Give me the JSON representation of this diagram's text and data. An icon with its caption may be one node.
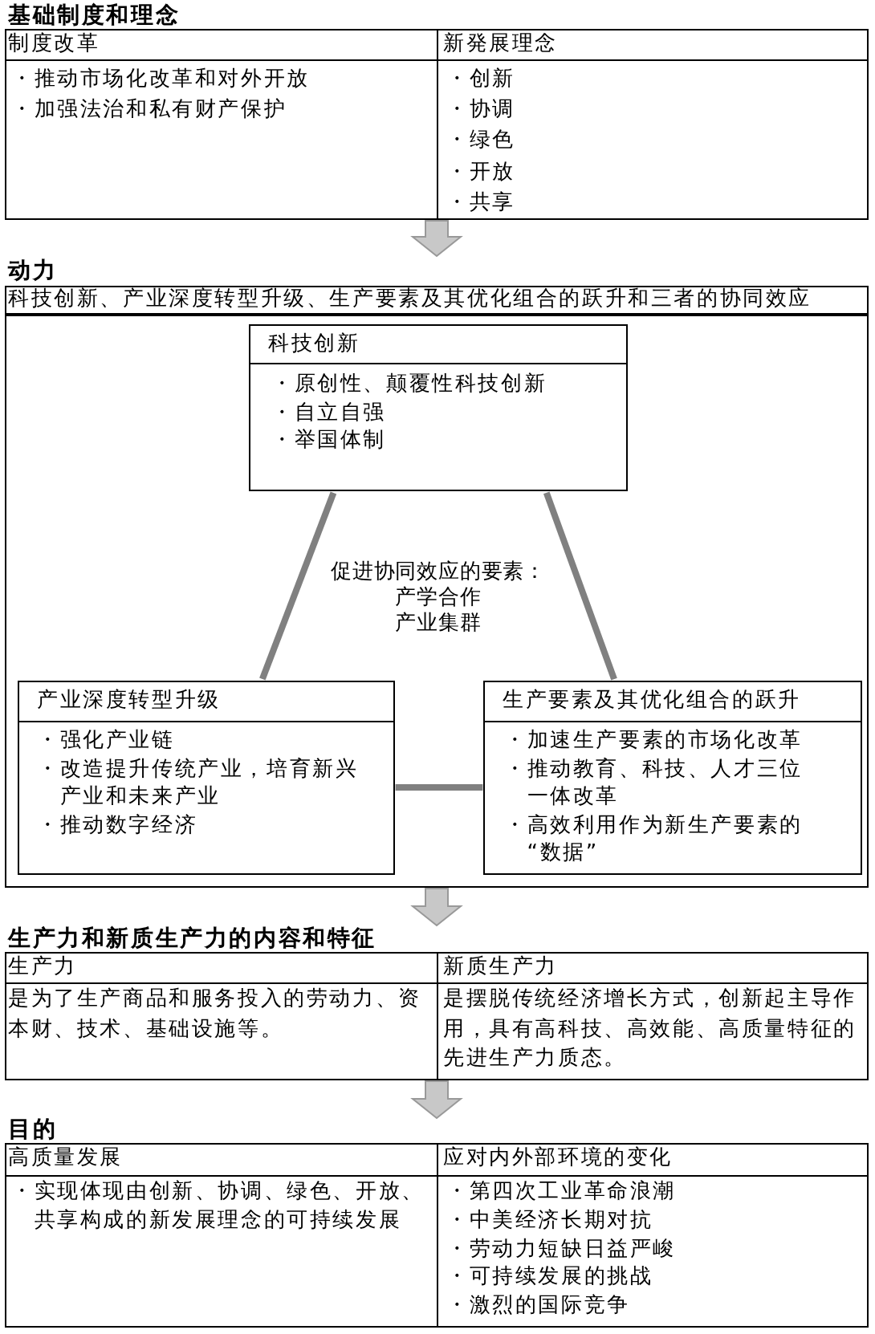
{
  "diagram": {
    "nodes": [
      {
        "text": [
          "基础制度和理念"
        ]
      },
      {
        "text": [
          "制度改革",
          "・推动市场化改革和对外开放",
          "・加强法治和私有财产保护"
        ],
        "in": 0
      },
      {
        "text": [
          "新発展理念",
          "・创新",
          "・协调",
          "・绿色",
          "・开放",
          "・共享"
        ],
        "in": 0
      },
      {
        "text": [
          "动力",
          "科技创新、产业深度转型升级、生产要素及其优化组合的跃升和三者的协同效应"
        ]
      },
      {
        "text": [
          "科技创新",
          "・原创性、颠覆性科技创新",
          "・自立自强",
          "・举国体制"
        ],
        "in": 3
      },
      {
        "text": [
          "产业深度转型升级",
          "・强化产业链",
          "・改造提升传统产业，培育新兴产业和未来产业",
          "・推动数字经济"
        ],
        "in": 3
      },
      {
        "text": [
          "生产要素及其优化组合的跃升",
          "・加速生产要素的市场化改革",
          "・推动教育、科技、人才三位一体改革",
          "・高效利用作为新生产要素的“数据”"
        ],
        "in": 3
      },
      {
        "text": [
          "生产力和新质生产力的内容和特征"
        ]
      },
      {
        "text": [
          "生产力",
          "是为了生产商品和服务投入的劳动力、资本财、技术、基础设施等。"
        ],
        "in": 7
      },
      {
        "text": [
          "新质生产力",
          "是摆脱传统经济增长方式，创新起主导作用，具有高科技、高效能、高质量特征的先进生产力质态。"
        ],
        "in": 7
      },
      {
        "text": [
          "目的"
        ]
      },
      {
        "text": [
          "高质量发展",
          "・实现体现由创新、协调、绿色、开放、共享构成的新发展理念的可持续发展"
        ],
        "in": 10
      },
      {
        "text": [
          "应对内外部环境的变化",
          "・第四次工业革命浪潮",
          "・中美经济长期对抗",
          "・劳动力短缺日益严峻",
          "・可持续发展的挑战",
          "・激烈的国际竞争"
        ],
        "in": 10
      }
    ],
    "edges": [
      {
        "from": 0,
        "to": 3,
        "arrow": "to"
      },
      {
        "from": 4,
        "to": 5,
        "arrow": "none"
      },
      {
        "from": 4,
        "to": 6,
        "arrow": "none"
      },
      {
        "from": 5,
        "to": 6,
        "arrow": "none"
      },
      {
        "from": 3,
        "to": 7,
        "arrow": "to"
      },
      {
        "from": 7,
        "to": 10,
        "arrow": "to"
      }
    ],
    "labels": [
      "促进协同效应的要素：",
      "产学合作",
      "产业集群"
    ]
  }
}
